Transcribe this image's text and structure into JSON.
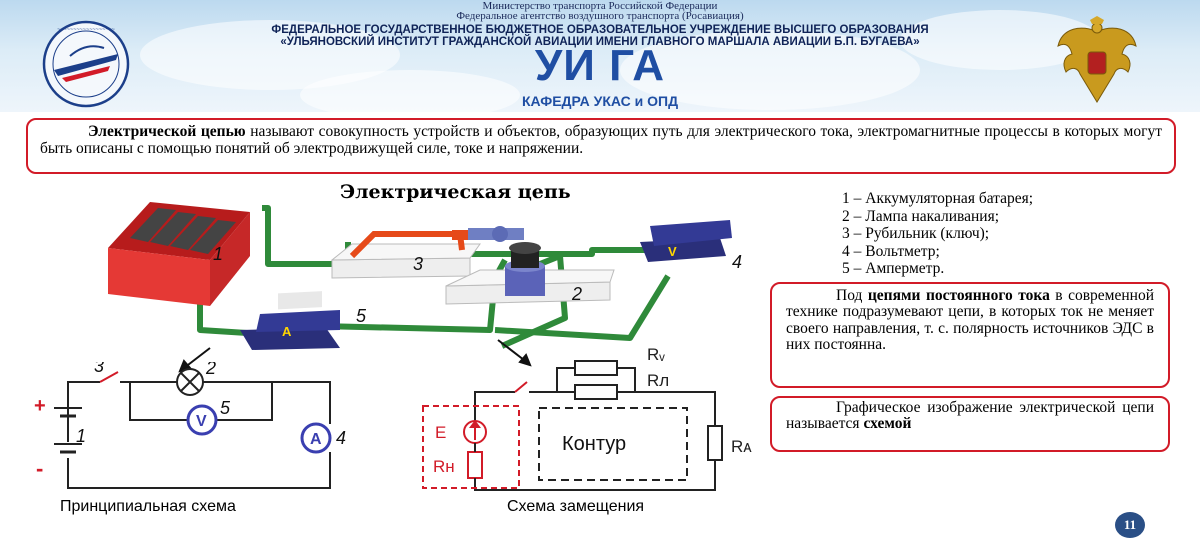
{
  "header": {
    "ministry_line1": "Министерство транспорта Российской Федерации",
    "ministry_line2": "Федеральное агентство воздушного транспорта (Росавиация)",
    "institution_line1": "ФЕДЕРАЛЬНОЕ ГОСУДАРСТВЕННОЕ БЮДЖЕТНОЕ ОБРАЗОВАТЕЛЬНОЕ УЧРЕЖДЕНИЕ ВЫСШЕГО ОБРАЗОВАНИЯ",
    "institution_line2": "«УЛЬЯНОВСКИЙ ИНСТИТУТ ГРАЖДАНСКОЙ АВИАЦИИ ИМЕНИ ГЛАВНОГО МАРШАЛА АВИАЦИИ Б.П. БУГАЕВА»",
    "acronym": "УИ ГА",
    "department": "КАФЕДРА УКАС и ОПД"
  },
  "definition": {
    "term": "Электрической цепью",
    "text": " называют совокупность устройств и объектов, образующих путь для электрического тока, электромагнитные процессы в которых могут быть описаны с помощью понятий об электродвижущей силе, токе и напряжении."
  },
  "diagram": {
    "title": "Электрическая цепь",
    "labels": [
      "1",
      "2",
      "3",
      "4",
      "5"
    ],
    "voltmeter_mark": "V",
    "ammeter_mark": "A"
  },
  "legend": [
    "1 – Аккумуляторная батарея;",
    "2 – Лампа накаливания;",
    "3 – Рубильник (ключ);",
    "4 – Вольтметр;",
    "5 – Амперметр."
  ],
  "schematic": {
    "caption": "Принципиальная схема",
    "plus": "+",
    "minus": "-",
    "n1": "1",
    "n2": "2",
    "n3": "3",
    "n4": "4",
    "n5": "5",
    "v": "V",
    "a": "A"
  },
  "equivalent": {
    "caption": "Схема замещения",
    "contour": "Контур",
    "e": "E",
    "rn": "Rн",
    "rv": "Rᵥ",
    "rl": "Rл",
    "ra": "Rᴀ"
  },
  "dc_note": {
    "prefix": "Под ",
    "term": "цепями постоянного тока",
    "text": " в современной технике подразумевают цепи, в которых ток не меняет своего направления, т. с. полярность источников ЭДС в них постоянна."
  },
  "graph_note": {
    "text": "Графическое изображение электрической цепи называется ",
    "term": "схемой"
  },
  "page_number": "11",
  "colors": {
    "accent_red": "#d21b28",
    "wire_green": "#3c8a3c",
    "header_blue": "#1f4ea3"
  }
}
